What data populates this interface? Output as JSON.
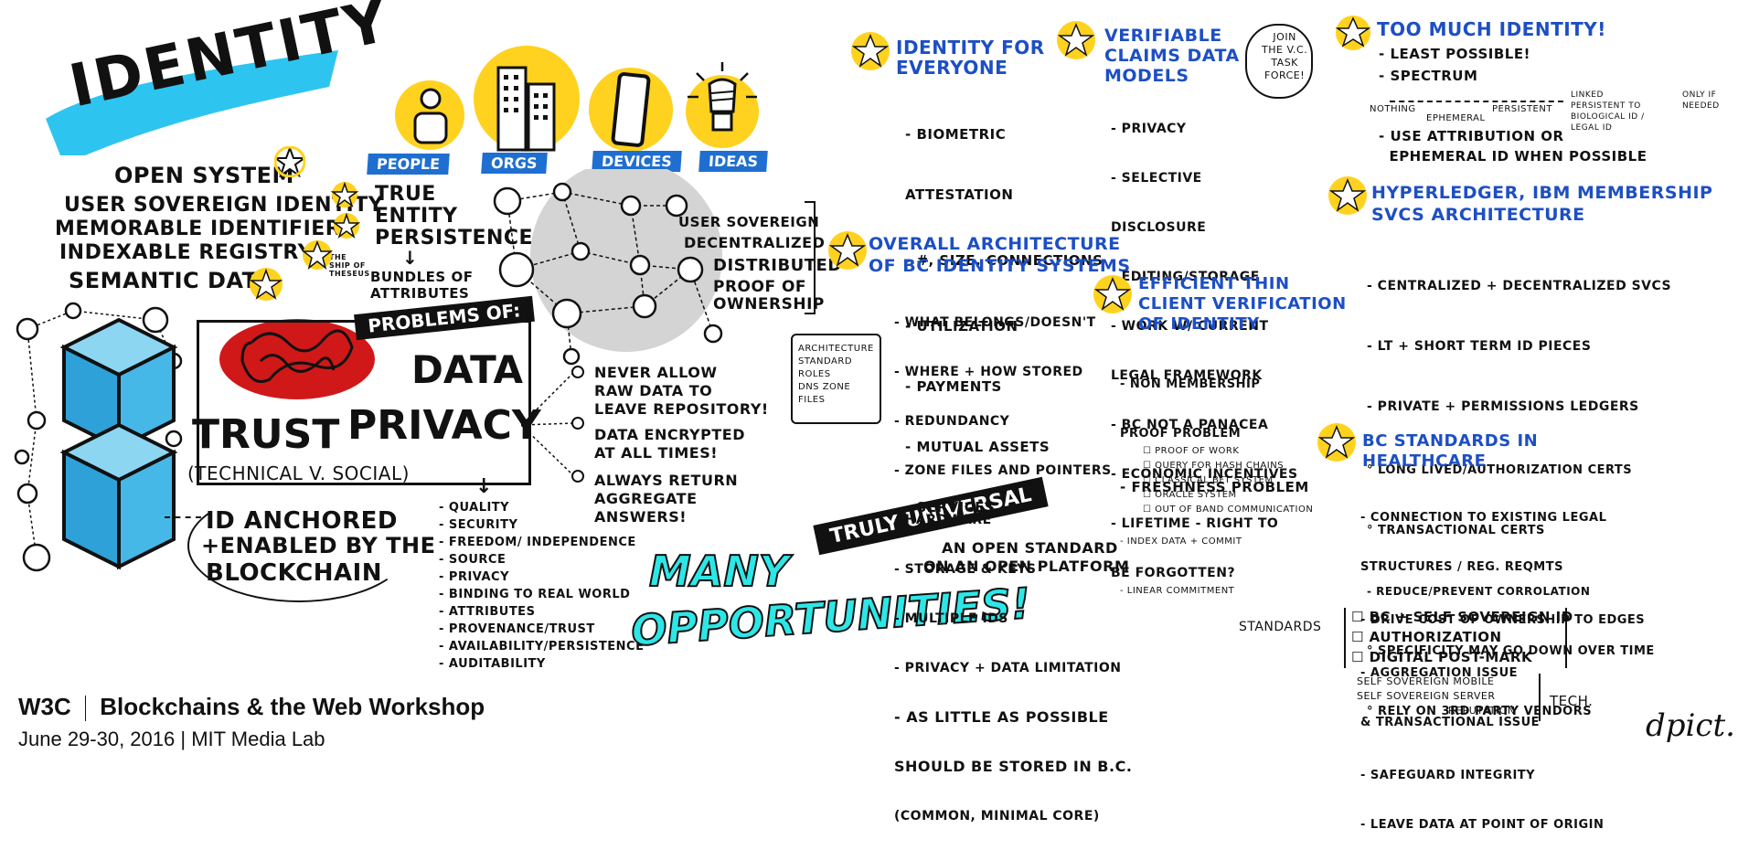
{
  "title_block": {
    "identity": "IDENTITY",
    "open_system": "OPEN SYSTEM",
    "user_sovereign": "USER SOVEREIGN IDENTITY",
    "memorable": "MEMORABLE IDENTIFIERS",
    "indexable": "INDEXABLE REGISTRY",
    "semantic": "SEMANTIC DATA",
    "ship": "THE SHIP of THESEUS"
  },
  "persistence": {
    "true_entity": "TRUE",
    "entity": "ENTITY",
    "persistence": "PERSISTENCE",
    "bundles1": "BUNDLES of",
    "bundles2": "ATTRIBUTES"
  },
  "categories": [
    "PEOPLE",
    "ORGS",
    "DEVICES",
    "IDEAS"
  ],
  "network_labels": [
    "USER SOVEREIGN",
    "DECENTRALIZED",
    "DISTRIBUTED",
    "PROOF of OWNERSHIP"
  ],
  "problems": {
    "banner": "PROBLEMS of:",
    "data": "DATA",
    "privacy": "PRIVACY",
    "trust": "TRUST",
    "trust_sub": "(TECHNICAL v. SOCIAL)",
    "anchored1": "ID ANCHORED",
    "anchored2": "+ENABLED BY the",
    "anchored3": "BLOCKCHAIN"
  },
  "data_rules": [
    "NEVER ALLOW",
    "RAW DATA to",
    "LEAVE REPOSITORY!",
    "DATA ENCRYPTED",
    "at ALL TIMES!",
    "ALWAYS RETURN",
    "AGGREGATE",
    "ANSWERS!"
  ],
  "attributes_list": [
    "QUALITY",
    "SECURITY",
    "FREEDOM/ INDEPENDENCE",
    "SOURCE",
    "PRIVACY",
    "BINDING to REAL WORLD",
    "ATTRIBUTES",
    "PROVENANCE/TRUST",
    "AVAILABILITY/PERSISTENCE",
    "AUDITABILITY"
  ],
  "opportunities": {
    "truly": "TRULY UNIVERSAL",
    "open1": "an OPEN STANDARD",
    "open2": "on an OPEN PLATFORM",
    "many": "MANY",
    "opps": "OPPORTUNITIES!"
  },
  "identity_everyone": {
    "title1": "IDENTITY for",
    "title2": "EVERYONE",
    "items": [
      "- BIOMETRIC",
      "  ATTESTATION",
      "- #, SIZE, CONNECTIONS",
      "- UTILIZATION",
      "   - PAYMENTS",
      "   - MUTUAL ASSETS",
      "   - SERVICES"
    ]
  },
  "overall_arch": {
    "title1": "OVERALL ARCHITECTURE",
    "title2": "of BC IDENTITY SYSTEMS",
    "items": [
      "- WHAT BELONGS/DOESN'T",
      "- WHERE + HOW STORED",
      "- REDUNDANCY",
      "- ZONE FILES and POINTERS",
      "- HARDWARE",
      "- STORAGE & KEYS",
      "- MULTIPLE IDs",
      "- PRIVACY + DATA LIMITATION",
      "- AS LITTLE AS POSSIBLE",
      "  SHOULD BE STORED in B.C.",
      "(COMMON, MINIMAL CORE)"
    ],
    "bubble": [
      "ARCHITECTURE",
      "STANDARD",
      "ROLES",
      "DNS ZONE",
      "FILES"
    ]
  },
  "verifiable": {
    "title1": "VERIFIABLE",
    "title2": "CLAIMS DATA",
    "title3": "MODELS",
    "bubble": [
      "JOIN",
      "the V.C.",
      "TASK",
      "FORCE!"
    ],
    "items": [
      "- PRIVACY",
      "   - SELECTIVE",
      "     DISCLOSURE",
      "   - EDITING/STORAGE",
      "- WORK w/ CURRENT",
      "  LEGAL FRAMEWORK",
      "- BC NOT a PANACEA",
      "- ECONOMIC INCENTIVES",
      "- LIFETIME - RIGHT to",
      "  BE FORGOTTEN?"
    ]
  },
  "efficient": {
    "title1": "EFFICIENT THIN",
    "title2": "CLIENT VERIFICATION",
    "title3": "of IDENTITY",
    "items": [
      "- NON MEMBERSHIP",
      "  PROOF PROBLEM",
      "- FRESHNESS PROBLEM",
      "- INDEX DATA + COMMIT",
      "- LINEAR COMMITMENT"
    ],
    "checks": [
      "PROOF of WORK",
      "QUERY for HASH CHAINS",
      "CLASSICAL BFT SYSTEM",
      "ORACLE SYSTEM",
      "OUT of BAND COMMUNICATION"
    ]
  },
  "too_much": {
    "title": "TOO MUCH IDENTITY!",
    "items": [
      "- LEAST POSSIBLE!",
      "- SPECTRUM"
    ],
    "spectrum": [
      "NOTHING",
      "EPHEMERAL",
      "PERSISTENT",
      "LINKED PERSISTENT to BIOLOGICAL ID / LEGAL ID"
    ],
    "only_if": "ONLY if NEEDED",
    "use1": "- USE ATTRIBUTION OR",
    "use2": "  EPHEMERAL ID WHEN POSSIBLE"
  },
  "hyperledger": {
    "title1": "HYPERLEDGER, IBM MEMBERSHIP",
    "title2": "SVCS ARCHITECTURE",
    "items": [
      "- CENTRALIZED + DECENTRALIZED SVCS",
      "- LT + SHORT TERM ID PIECES",
      "- PRIVATE + PERMISSIONS LEDGERS",
      "° LONG LIVED/AUTHORIZATION CERTS",
      "° TRANSACTIONAL CERTS",
      "     - REDUCE/PREVENT CORROLATION",
      "° SPECIFICITY MAY GO DOWN OVER TIME",
      "° RELY ON 3RD PARTY VENDORS"
    ]
  },
  "healthcare": {
    "title1": "BC STANDARDS in",
    "title2": "HEALTHCARE",
    "items": [
      "- CONNECTION to EXISTING LEGAL",
      "  STRUCTURES / REG. REQMTS",
      "- DRIVE COST of OWNERSHIP to EDGES",
      "- AGGREGATION ISSUE",
      "& TRANSACTIONAL ISSUE",
      "- SAFEGUARD INTEGRITY",
      "- LEAVE DATA at POINT of ORIGIN"
    ],
    "standards_label": "STANDARDS",
    "standards": [
      "BC + SELF SOVEREIGN ID",
      "AUTHORIZATION",
      "DIGITAL POST-MARK"
    ],
    "tech_items": [
      "SELF SOVEREIGN MOBILE",
      "SELF SOVEREIGN SERVER",
      "REPUTATION"
    ],
    "tech_label": "TECH."
  },
  "footer": {
    "w3c": "W3C",
    "workshop": "Blockchains &  the Web Workshop",
    "date": "June 29-30, 2016 | MIT Media Lab",
    "brand": "dpict."
  },
  "colors": {
    "yellow": "#ffd21f",
    "blue": "#1d4fc4",
    "cyan": "#2ec4f0",
    "red": "#d01818"
  }
}
